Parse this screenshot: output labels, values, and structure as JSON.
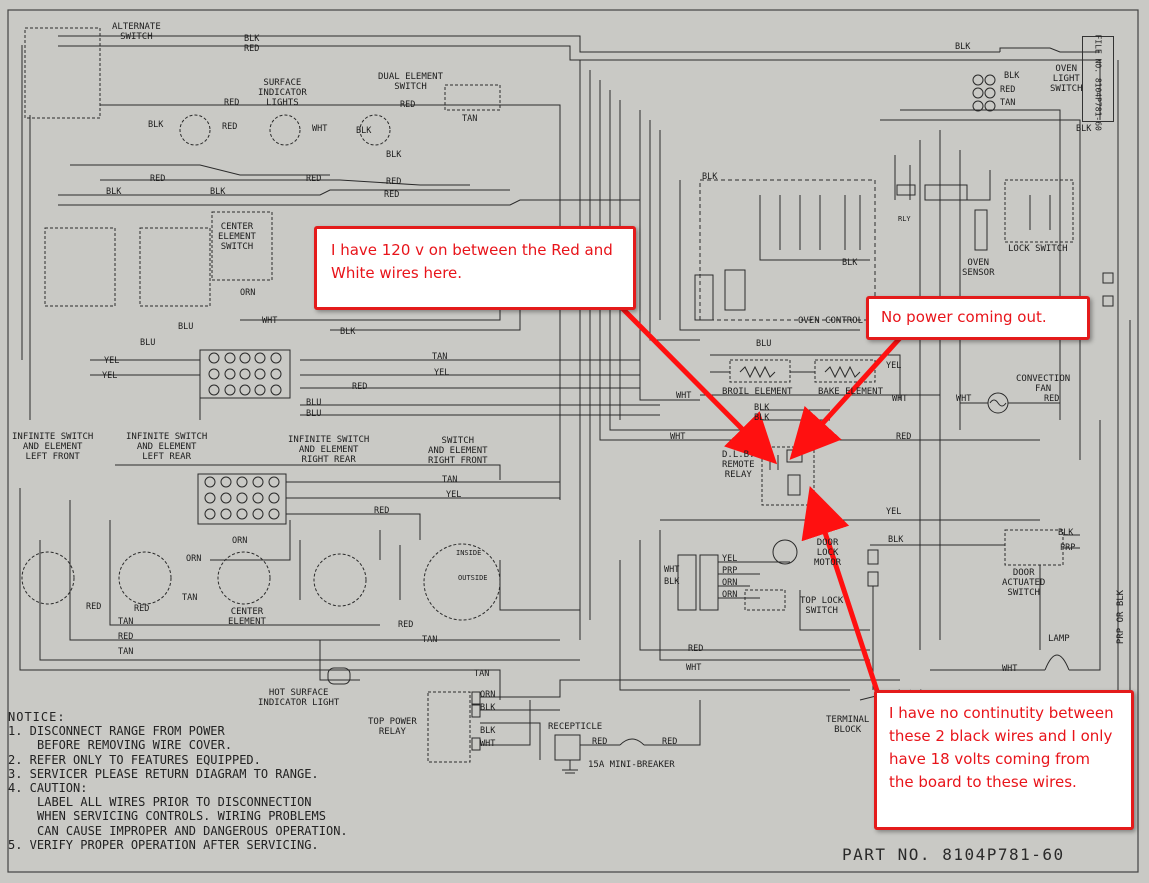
{
  "diagram": {
    "labels": {
      "alternate_switch": "ALTERNATE\nSWITCH",
      "surface_indicator_lights": "SURFACE\nINDICATOR\nLIGHTS",
      "dual_element_switch": "DUAL ELEMENT\nSWITCH",
      "center_element_switch": "CENTER\nELEMENT\nSWITCH",
      "oven_light_switch": "OVEN\nLIGHT\nSWITCH",
      "oven_sensor": "OVEN\nSENSOR",
      "lock_switch": "LOCK SWITCH",
      "oven_control": "OVEN CONTROL",
      "broil_element": "BROIL ELEMENT",
      "bake_element": "BAKE ELEMENT",
      "convection_fan": "CONVECTION\nFAN",
      "dlb_remote_relay": "D.L.B.\nREMOTE\nRELAY",
      "inf_left_front": "INFINITE SWITCH\nAND ELEMENT\nLEFT FRONT",
      "inf_left_rear": "INFINITE SWITCH\nAND ELEMENT\nLEFT REAR",
      "inf_right_rear": "INFINITE SWITCH\nAND ELEMENT\nRIGHT REAR",
      "switch_right_front": "SWITCH\nAND ELEMENT\nRIGHT FRONT",
      "center_element": "CENTER\nELEMENT",
      "door_lock_motor": "DOOR\nLOCK\nMOTOR",
      "top_lock_switch": "TOP LOCK\nSWITCH",
      "door_actuated_switch": "DOOR\nACTUATED\nSWITCH",
      "lamp": "LAMP",
      "hot_surface_light": "HOT SURFACE\nINDICATOR LIGHT",
      "top_power_relay": "TOP POWER\nRELAY",
      "receptacle": "RECEPTICLE",
      "mini_breaker": "15A MINI-BREAKER",
      "terminal_block": "TERMINAL\nBLOCK",
      "inside": "INSIDE",
      "outside": "OUTSIDE",
      "prp_or_blk": "PRP OR BLK",
      "rly": "RLY"
    },
    "wire_colors": {
      "BLK": "BLK",
      "RED": "RED",
      "WHT": "WHT",
      "TAN": "TAN",
      "YEL": "YEL",
      "ORN": "ORN",
      "BLU": "BLU",
      "PRP": "PRP"
    }
  },
  "notice": {
    "title": "NOTICE:",
    "items": [
      "1. DISCONNECT RANGE FROM POWER",
      "   BEFORE REMOVING WIRE COVER.",
      "2. REFER ONLY TO FEATURES EQUIPPED.",
      "3. SERVICER PLEASE RETURN DIAGRAM TO RANGE.",
      "4. CAUTION:",
      "   LABEL ALL WIRES PRIOR TO DISCONNECTION",
      "   WHEN SERVICING CONTROLS. WIRING PROBLEMS",
      "   CAN CAUSE IMPROPER AND DANGEROUS OPERATION.",
      "5. VERIFY PROPER OPERATION AFTER SERVICING."
    ]
  },
  "part_number": "PART NO. 8104P781-60",
  "file_number": "FILE NO. 8104P781-60",
  "callouts": {
    "red_white": "I have 120 v on between the Red and White wires here.",
    "no_power": "No power coming out.",
    "continuity": "I have no continutity between these 2 black wires and I only have 18 volts coming from the board to these wires."
  },
  "colors": {
    "callout_border": "#e41b1b",
    "callout_text": "#e8141a",
    "paper": "#c9c9c5",
    "ink": "#1d1d1d"
  }
}
